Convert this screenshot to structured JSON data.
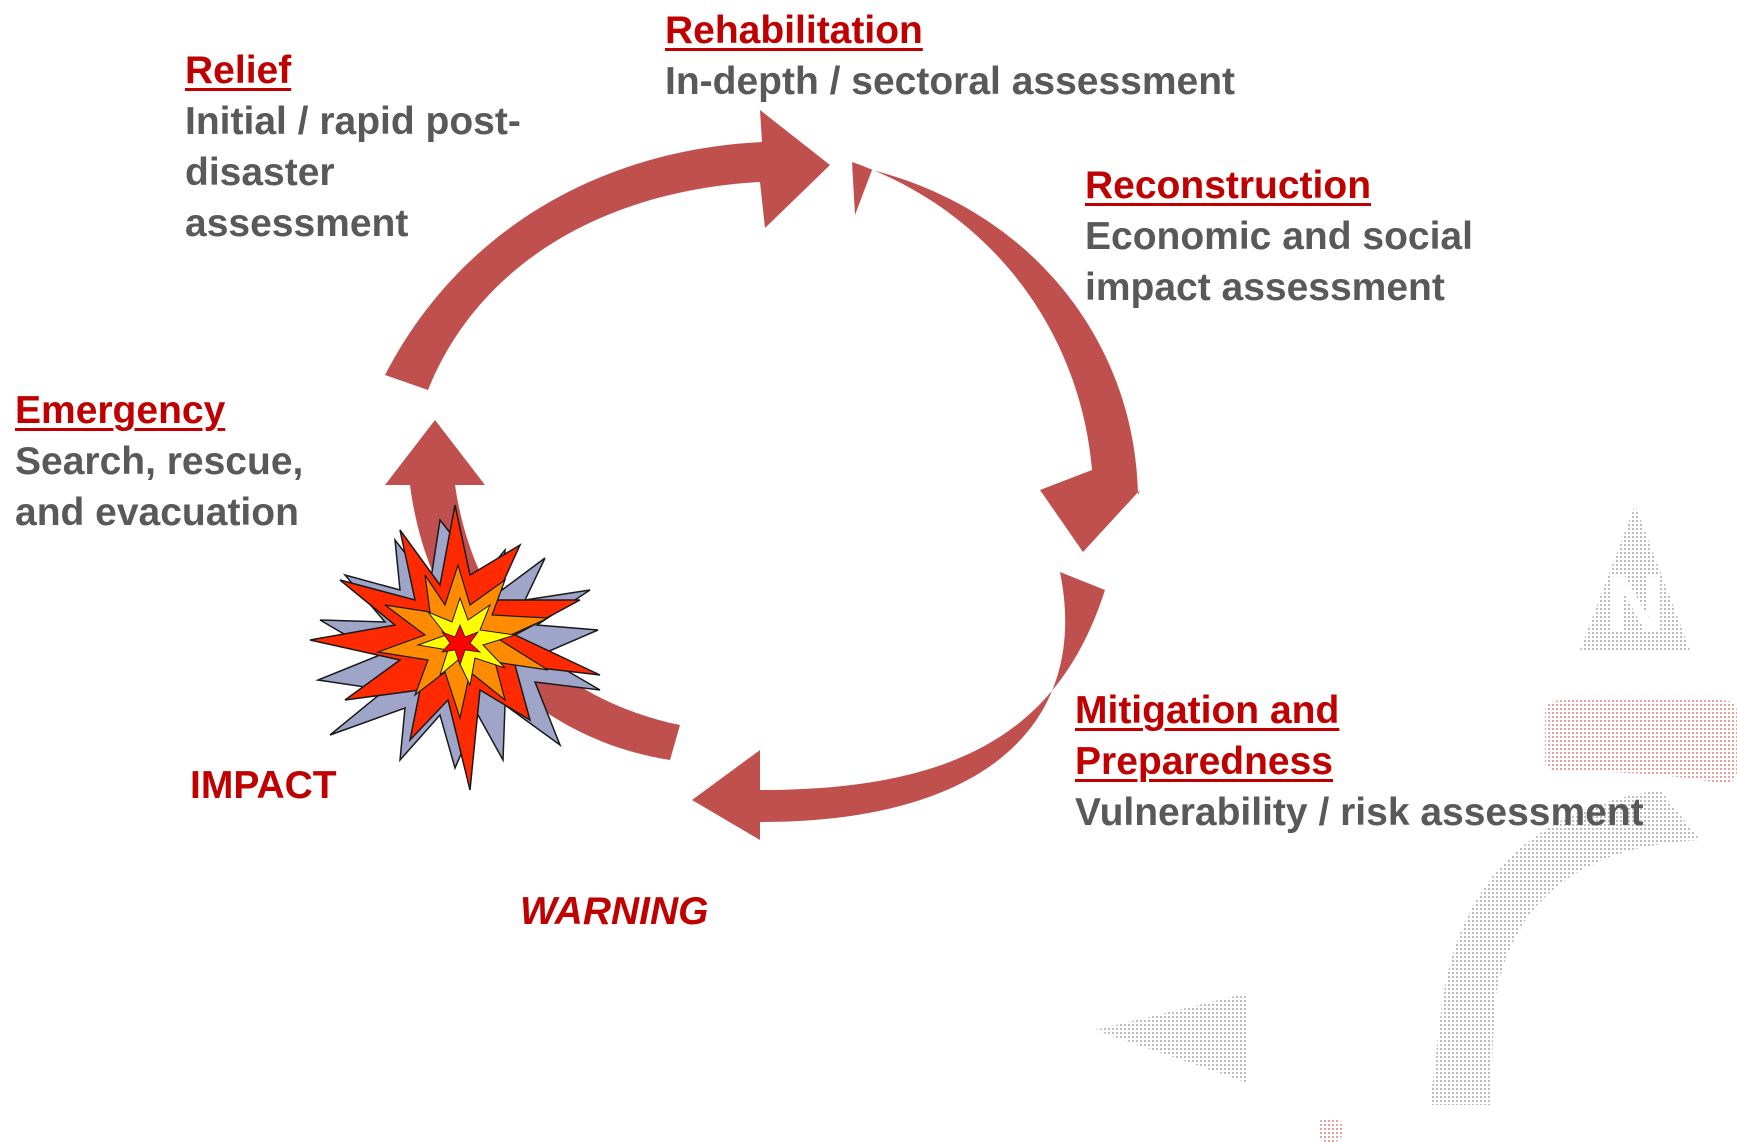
{
  "colors": {
    "arrow": "#c0504d",
    "heading": "#c00000",
    "description": "#595959",
    "watermark": "#bdbdbd",
    "watermark_red": "#e8a0a0"
  },
  "stages": {
    "rehabilitation": {
      "heading": "Rehabilitation",
      "desc": [
        "In-depth / sectoral assessment"
      ]
    },
    "relief": {
      "heading": "Relief",
      "desc": [
        "Initial / rapid post-",
        "disaster",
        "assessment"
      ]
    },
    "reconstruction": {
      "heading": "Reconstruction",
      "desc": [
        "Economic and social",
        "impact assessment"
      ]
    },
    "emergency": {
      "heading": "Emergency",
      "desc": [
        "Search, rescue,",
        "and evacuation"
      ]
    },
    "mitigation": {
      "heading": [
        "Mitigation and",
        "Preparedness"
      ],
      "desc": [
        "Vulnerability / risk assessment"
      ]
    }
  },
  "events": {
    "impact": "IMPACT",
    "warning": "WARNING"
  },
  "icons": {
    "explosion": "explosion-icon",
    "watermark": "compass-logo-watermark"
  }
}
